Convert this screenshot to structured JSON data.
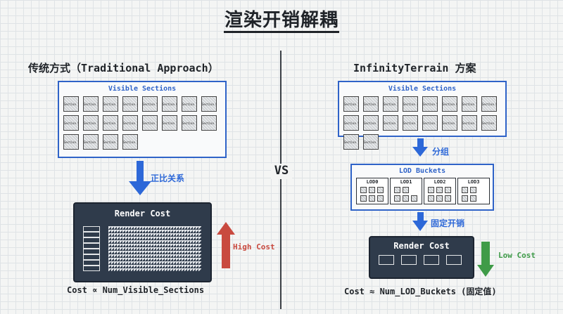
{
  "title": "渲染开销解耦",
  "vs": "VS",
  "left": {
    "heading": "传统方式（Traditional Approach）",
    "panel_label": "Visible Sections",
    "sections": [
      "Section 1",
      "Section 2",
      "Section 3",
      "Section 4",
      "Section 5",
      "Section 6",
      "Section 7",
      "Section 8",
      "Section 9",
      "Section 10",
      "Section 11",
      "Section 12",
      "Section 13",
      "Section 14",
      "Section 15",
      "Section 16",
      "Section 17",
      "Section 18",
      "Section 19",
      "Section 20"
    ],
    "arrow_label": "正比关系",
    "render_title": "Render Cost",
    "cost_label": "High Cost",
    "formula": "Cost ∝ Num_Visible_Sections",
    "colors": {
      "arrow": "#2d68d8",
      "cost_arrow": "#c94a3f"
    }
  },
  "right": {
    "heading": "InfinityTerrain 方案",
    "panel_label": "Visible Sections",
    "sections": [
      "Section 1",
      "Section 2",
      "Section 3",
      "Section 4",
      "Section 5",
      "Section 6",
      "Section 7",
      "Section 8",
      "Section 9",
      "Section 10",
      "Section 11",
      "Section 12",
      "Section 13",
      "Section 14",
      "Section 15",
      "Section 16",
      "Section 17",
      "Section 18"
    ],
    "arrow1_label": "分组",
    "buckets_label": "LOD Buckets",
    "buckets": [
      "LOD0",
      "LOD1",
      "LOD2",
      "LOD3"
    ],
    "arrow2_label": "固定开销",
    "render_title": "Render Cost",
    "cost_label": "Low Cost",
    "formula": "Cost ≈ Num_LOD_Buckets (固定值)",
    "colors": {
      "arrow": "#2d68d8",
      "cost_arrow": "#3f9b48"
    }
  }
}
